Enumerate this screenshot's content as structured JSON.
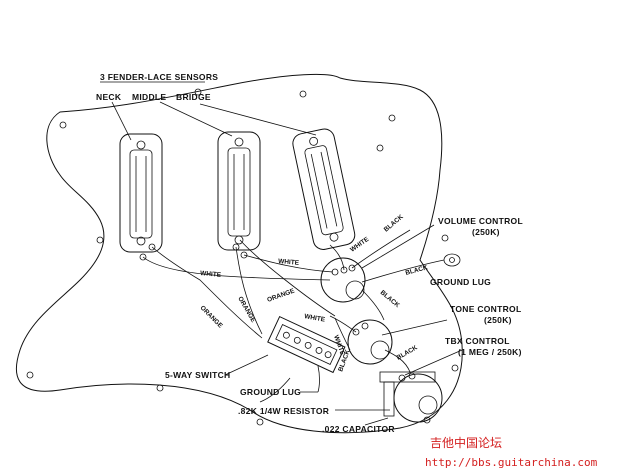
{
  "labels": {
    "title": "3 FENDER-LACE SENSORS",
    "neck": "NECK",
    "middle": "MIDDLE",
    "bridge": "BRIDGE",
    "volume_control": "VOLUME CONTROL",
    "volume_value": "(250K)",
    "ground_lug_right": "GROUND LUG",
    "tone_control": "TONE CONTROL",
    "tone_value": "(250K)",
    "tbx_control": "TBX CONTROL",
    "tbx_value": "(1 MEG / 250K)",
    "switch": "5-WAY SWITCH",
    "ground_lug_bottom": "GROUND LUG",
    "resistor": ".82K 1/4W RESISTOR",
    "capacitor": ".022 CAPACITOR"
  },
  "wire_labels": {
    "white_1": "WHITE",
    "white_2": "WHITE",
    "white_3": "WHITE",
    "white_4": "WHITE",
    "white_5": "WHITE",
    "orange_1": "ORANGE",
    "orange_2": "ORANGE",
    "orange_3": "ORANGE",
    "black_1": "BLACK",
    "black_2": "BLACK",
    "black_3": "BLACK",
    "black_4": "BLACK",
    "black_5": "BLACK"
  },
  "watermark": {
    "chinese": "吉他中国论坛",
    "url": "http://bbs.guitarchina.com"
  },
  "colors": {
    "line": "#111111",
    "watermark": "#d42020",
    "background": "#ffffff"
  }
}
